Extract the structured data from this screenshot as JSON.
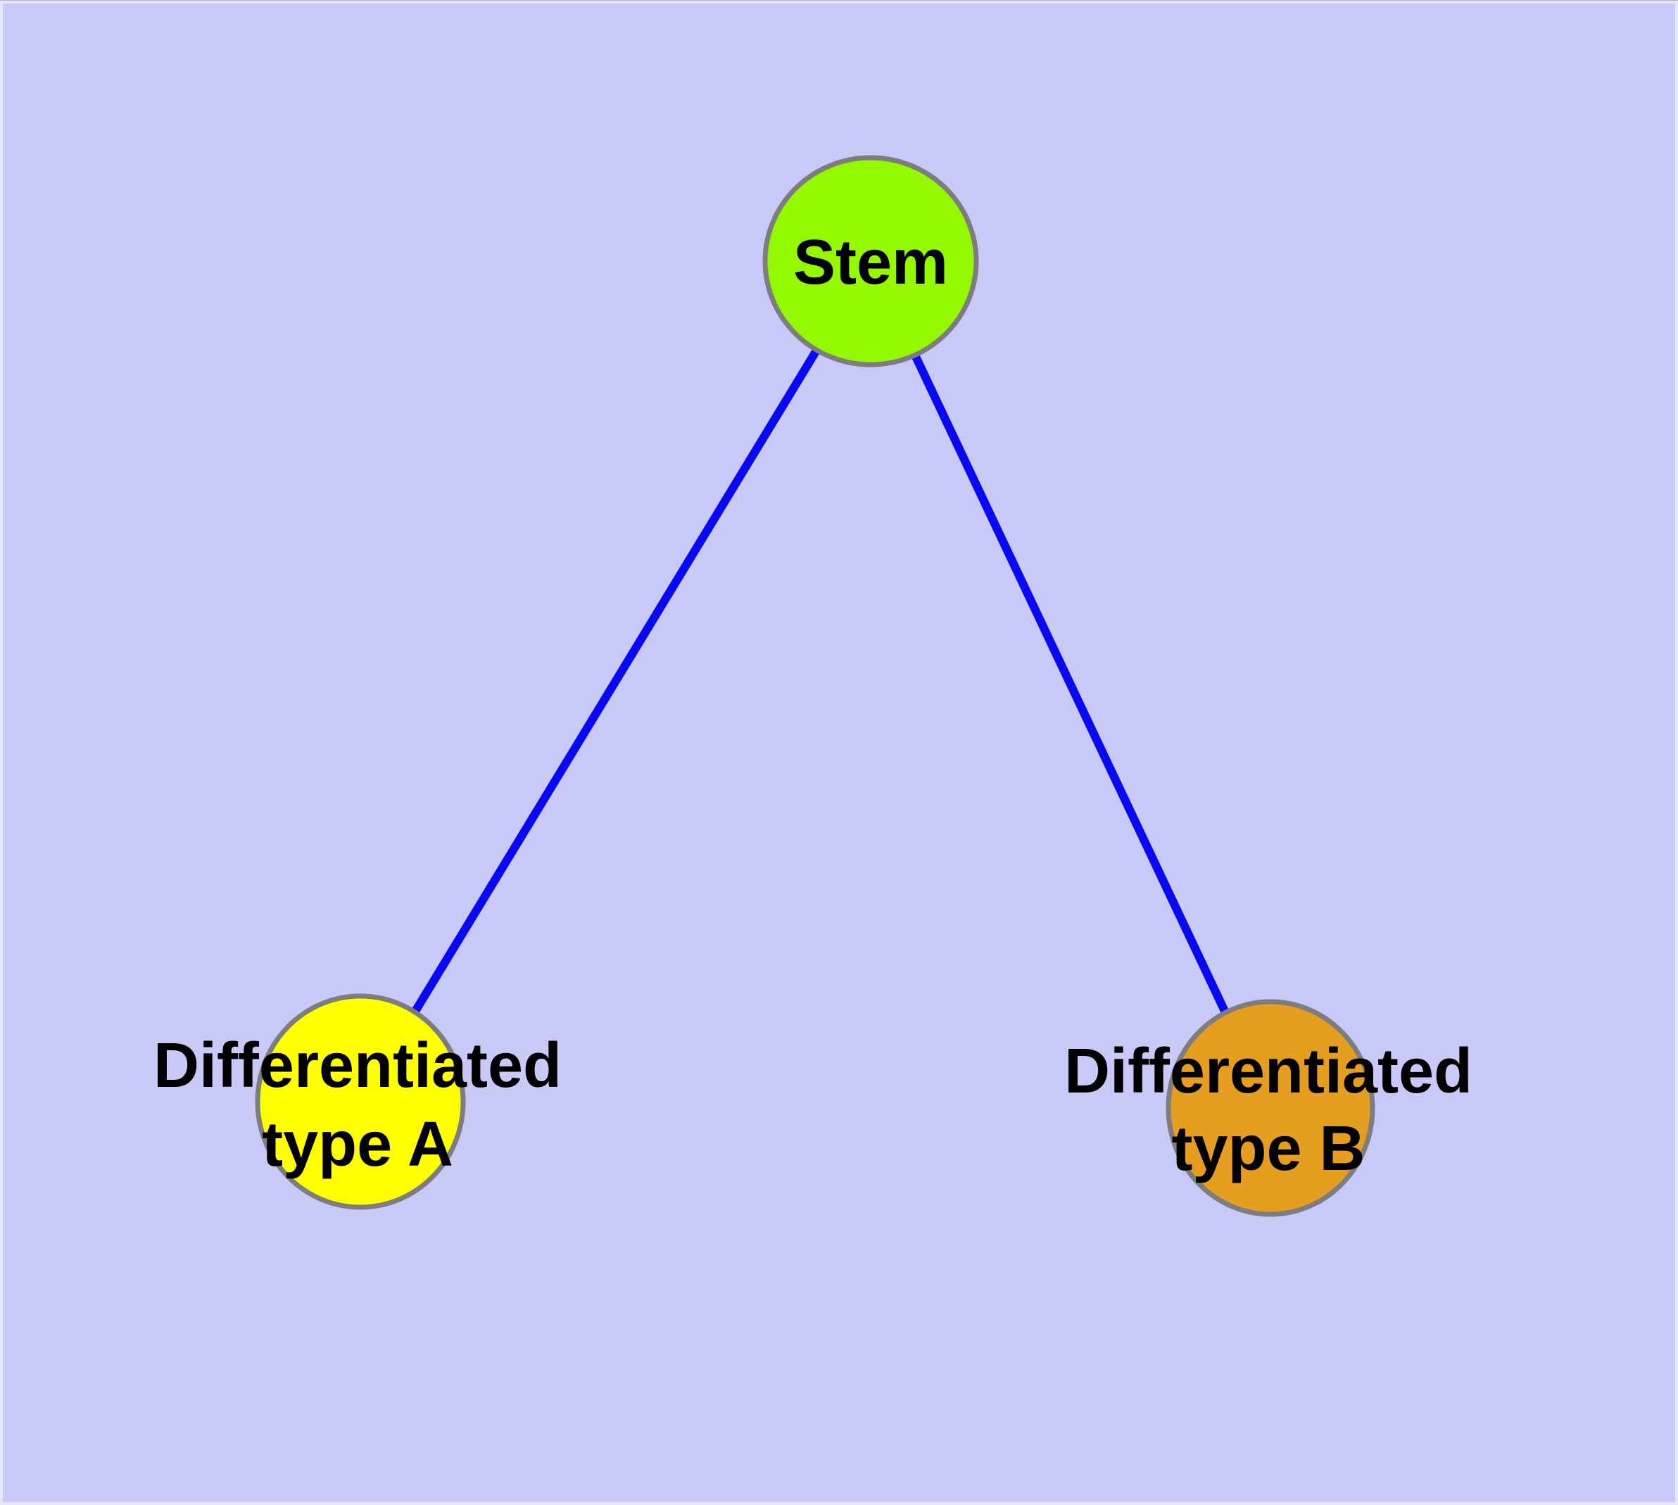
{
  "canvas": {
    "background_color": "#C9C9F8",
    "frame_color": "#E6E6FB",
    "edge_color": "#0808F2",
    "node_border_color": "#7D7D7D",
    "text_color": "#000000"
  },
  "nodes": {
    "stem": {
      "label": "Stem",
      "fill": "#93F800"
    },
    "type_a": {
      "label_line1": "Differentiated",
      "label_line2": "type A",
      "fill": "#FFFF00"
    },
    "type_b": {
      "label_line1": "Differentiated",
      "label_line2": "type B",
      "fill": "#E59E1F"
    }
  },
  "edges": [
    {
      "from": "Stem",
      "to": "Differentiated type A"
    },
    {
      "from": "Stem",
      "to": "Differentiated type B"
    }
  ]
}
